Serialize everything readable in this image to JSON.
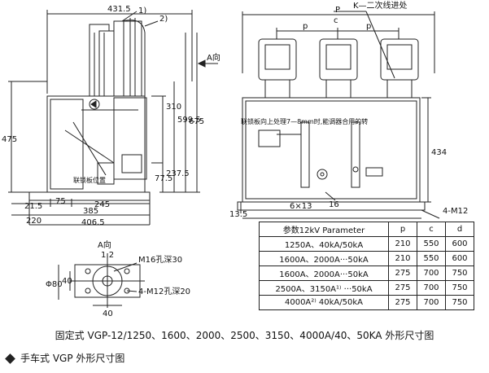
{
  "left_view": {
    "dim_top": "431.5",
    "callout_1": "1)",
    "callout_2": "2)",
    "arrow_label": "A向",
    "dim_310": "310",
    "dim_599": "599.5",
    "dim_675": "675",
    "dim_475": "475",
    "dim_77": "77.5",
    "dim_237": "237.5",
    "dim_21": "21.5",
    "dim_75": "75",
    "dim_245": "245",
    "dim_385": "385",
    "dim_220": "220",
    "dim_406": "406.5",
    "note": "联锁板位置"
  },
  "right_view": {
    "dim_p": "p",
    "dim_c": "c",
    "dim_P": "P",
    "k_label": "K—二次线进处",
    "note": "联锁板向上处理7—8mm时,能调器合用的转",
    "dim_434": "434",
    "dim_6x13": "6×13",
    "dim_16": "16",
    "dim_13": "13.5",
    "bolt": "4-M12"
  },
  "a_view": {
    "title": "A向",
    "scale": "1:2",
    "hole1": "M16孔深30",
    "hole2": "4-M12孔深20",
    "dim_phi": "Φ80",
    "dim_40v": "40",
    "dim_40h": "40"
  },
  "table": {
    "headers": [
      "参数12kV Parameter",
      "p",
      "c",
      "d"
    ],
    "rows": [
      [
        "1250A、40kA/50kA",
        "210",
        "550",
        "600"
      ],
      [
        "1600A、2000A···50kA",
        "210",
        "550",
        "600"
      ],
      [
        "1600A、2000A···50kA",
        "275",
        "700",
        "750"
      ],
      [
        "2500A、3150A¹⁾ ···50kA",
        "275",
        "700",
        "750"
      ],
      [
        "4000A²⁾  40kA/50kA",
        "275",
        "700",
        "750"
      ]
    ]
  },
  "caption": "固定式 VGP-12/1250、1600、2000、2500、3150、4000A/40、50KA 外形尺寸图",
  "section_title": "手车式 VGP 外形尺寸图"
}
